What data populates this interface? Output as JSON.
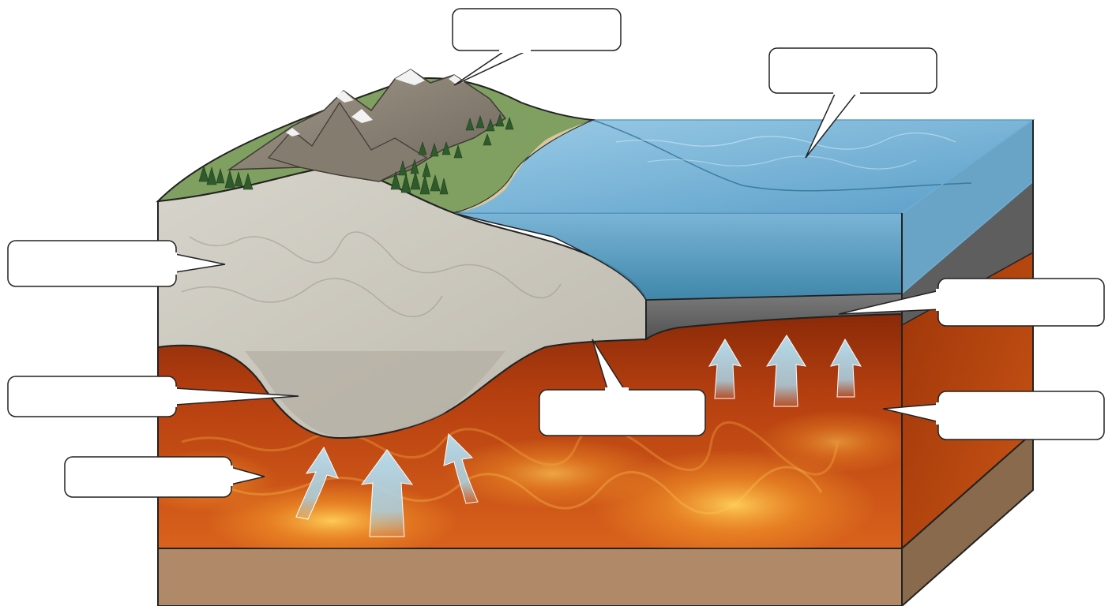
{
  "diagram": {
    "callouts": [
      {
        "id": "mountain-peak",
        "text": ""
      },
      {
        "id": "ocean-water",
        "text": ""
      },
      {
        "id": "continental-crust",
        "text": ""
      },
      {
        "id": "oceanic-crust",
        "text": ""
      },
      {
        "id": "crustal-root",
        "text": ""
      },
      {
        "id": "mantle-right",
        "text": ""
      },
      {
        "id": "mantle-boundary",
        "text": ""
      },
      {
        "id": "mantle-left",
        "text": ""
      }
    ],
    "arrows": {
      "under_continent": 3,
      "under_ocean": 3,
      "direction": "upward",
      "color": "#a9d3e6"
    },
    "colors": {
      "land": "#7fa061",
      "mountain": "#8f867a",
      "snow": "#f2f2f2",
      "continental_crust": "#c9c6bd",
      "ocean_surface": "#6faed3",
      "ocean_deep": "#2f7da3",
      "oceanic_crust": "#6b6b6b",
      "mantle": "#c24a16",
      "mantle_dark": "#8a2a08",
      "mantle_glow": "#f59a2a",
      "base_layer": "#b08a68",
      "outline": "#222222"
    }
  }
}
